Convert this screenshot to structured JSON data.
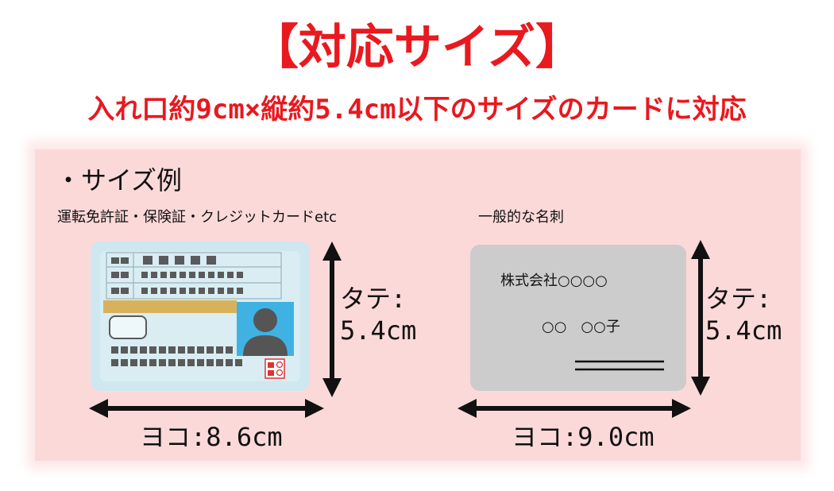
{
  "title": "【対応サイズ】",
  "subtitle": "入れ口約9cm×縦約5.4cm以下のサイズのカードに対応",
  "section": {
    "heading": "・サイズ例",
    "license_caption": "運転免許証・保険証・クレジットカードetc",
    "business_card_caption": "一般的な名刺"
  },
  "license_dims": {
    "height_label": "タテ:",
    "height_value": "5.4cm",
    "width_label": "ヨコ:",
    "width_value": "8.6cm"
  },
  "business_card": {
    "company": "株式会社○○○○",
    "name": "○○　○○子"
  },
  "business_card_dims": {
    "height_label": "タテ:",
    "height_value": "5.4cm",
    "width_label": "ヨコ:",
    "width_value": "9.0cm"
  },
  "colors": {
    "accent": "#e8191f",
    "panel": "#fcd9d9",
    "license_card": "#cfe7ef",
    "business_card": "#cccccc"
  }
}
